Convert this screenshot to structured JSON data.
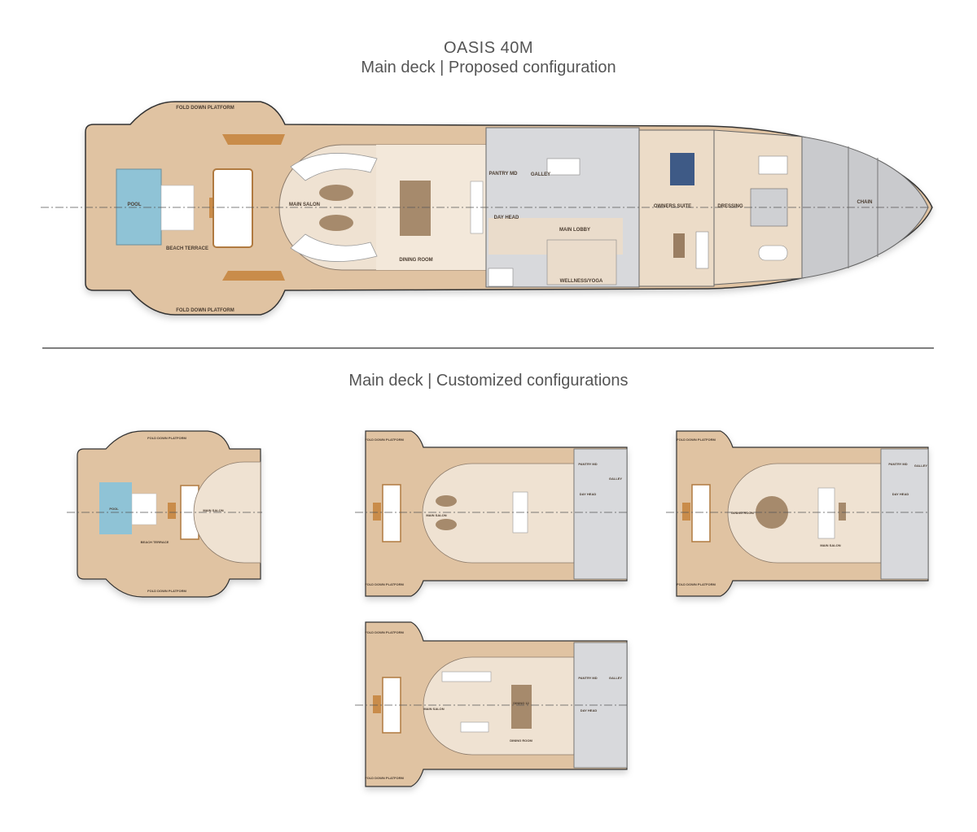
{
  "header": {
    "title": "OASIS 40M",
    "subtitle": "Main deck | Proposed configuration"
  },
  "main_plan": {
    "labels": {
      "fold_down_platform_top": "FOLD DOWN PLATFORM",
      "fold_down_platform_bottom": "FOLD DOWN PLATFORM",
      "pool": "POOL",
      "beach_terrace": "BEACH TERRACE",
      "main_salon": "MAIN SALON",
      "dining_room": "DINING ROOM",
      "pantry_md": "PANTRY MD",
      "galley": "GALLEY",
      "day_head": "DAY HEAD",
      "main_lobby": "MAIN LOBBY",
      "wellness_yoga": "WELLNESS/YOGA",
      "owners_suite": "OWNERS SUITE",
      "dressing": "DRESSING",
      "chain": "CHAIN"
    }
  },
  "section_title": "Main deck | Customized configurations",
  "variants": [
    {
      "labels": [
        "FOLD DOWN PLATFORM",
        "FOLD DOWN PLATFORM",
        "POOL",
        "BEACH TERRACE",
        "MAIN SALON"
      ]
    },
    {
      "labels": [
        "FOLD DOWN PLATFORM",
        "FOLD DOWN PLATFORM",
        "MAIN SALON",
        "PANTRY MD",
        "GALLEY",
        "DAY HEAD"
      ]
    },
    {
      "labels": [
        "FOLD DOWN PLATFORM",
        "FOLD DOWN PLATFORM",
        "DINING ROOM",
        "MAIN SALON",
        "PANTRY MD",
        "GALLEY",
        "DAY HEAD"
      ]
    },
    {
      "labels": [
        "FOLD DOWN PLATFORM",
        "FOLD DOWN PLATFORM",
        "MAIN SALON",
        "DINING 12",
        "DINING ROOM",
        "PANTRY MD",
        "GALLEY",
        "DAY HEAD"
      ]
    }
  ],
  "colors": {
    "wood": "#e0c3a2",
    "floor": "#efe2d2",
    "service": "#d8d9dc",
    "pool": "#8fc3d6",
    "bed": "#3e5a86"
  }
}
